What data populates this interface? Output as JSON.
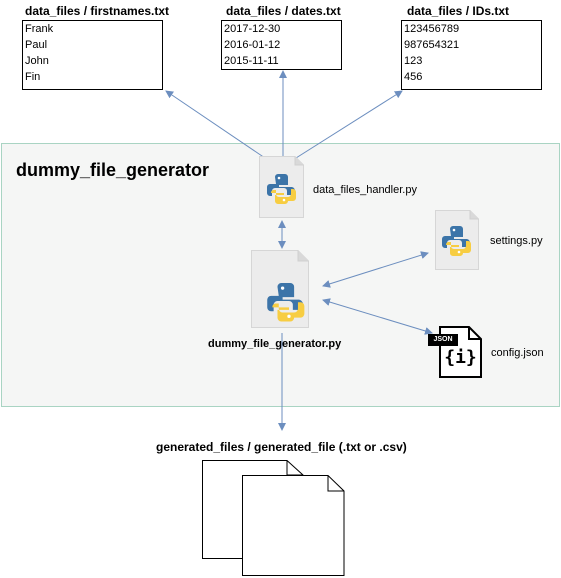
{
  "data_sources": [
    {
      "title": "data_files / firstnames.txt",
      "lines": [
        "Frank",
        "Paul",
        "John",
        "Fin"
      ]
    },
    {
      "title": "data_files / dates.txt",
      "lines": [
        "2017-12-30",
        "2016-01-12",
        "2015-11-11"
      ]
    },
    {
      "title": "data_files / IDs.txt",
      "lines": [
        "123456789",
        "987654321",
        "123",
        "456"
      ]
    }
  ],
  "module": {
    "title": "dummy_file_generator",
    "files": {
      "handler": "data_files_handler.py",
      "generator": "dummy_file_generator.py",
      "settings": "settings.py",
      "config": "config.json"
    },
    "json_badge": "JSON",
    "json_glyph": "{i}"
  },
  "output": {
    "title": "generated_files / generated_file (.txt or .csv)"
  },
  "colors": {
    "arrow": "#6c8ebf",
    "container_fill": "#f5f6f5",
    "container_border": "#a9d4c3",
    "python_blue": "#3c74a8",
    "python_yellow": "#f7cd42"
  },
  "icons": [
    "python-file-icon",
    "json-file-icon",
    "document-icon"
  ]
}
